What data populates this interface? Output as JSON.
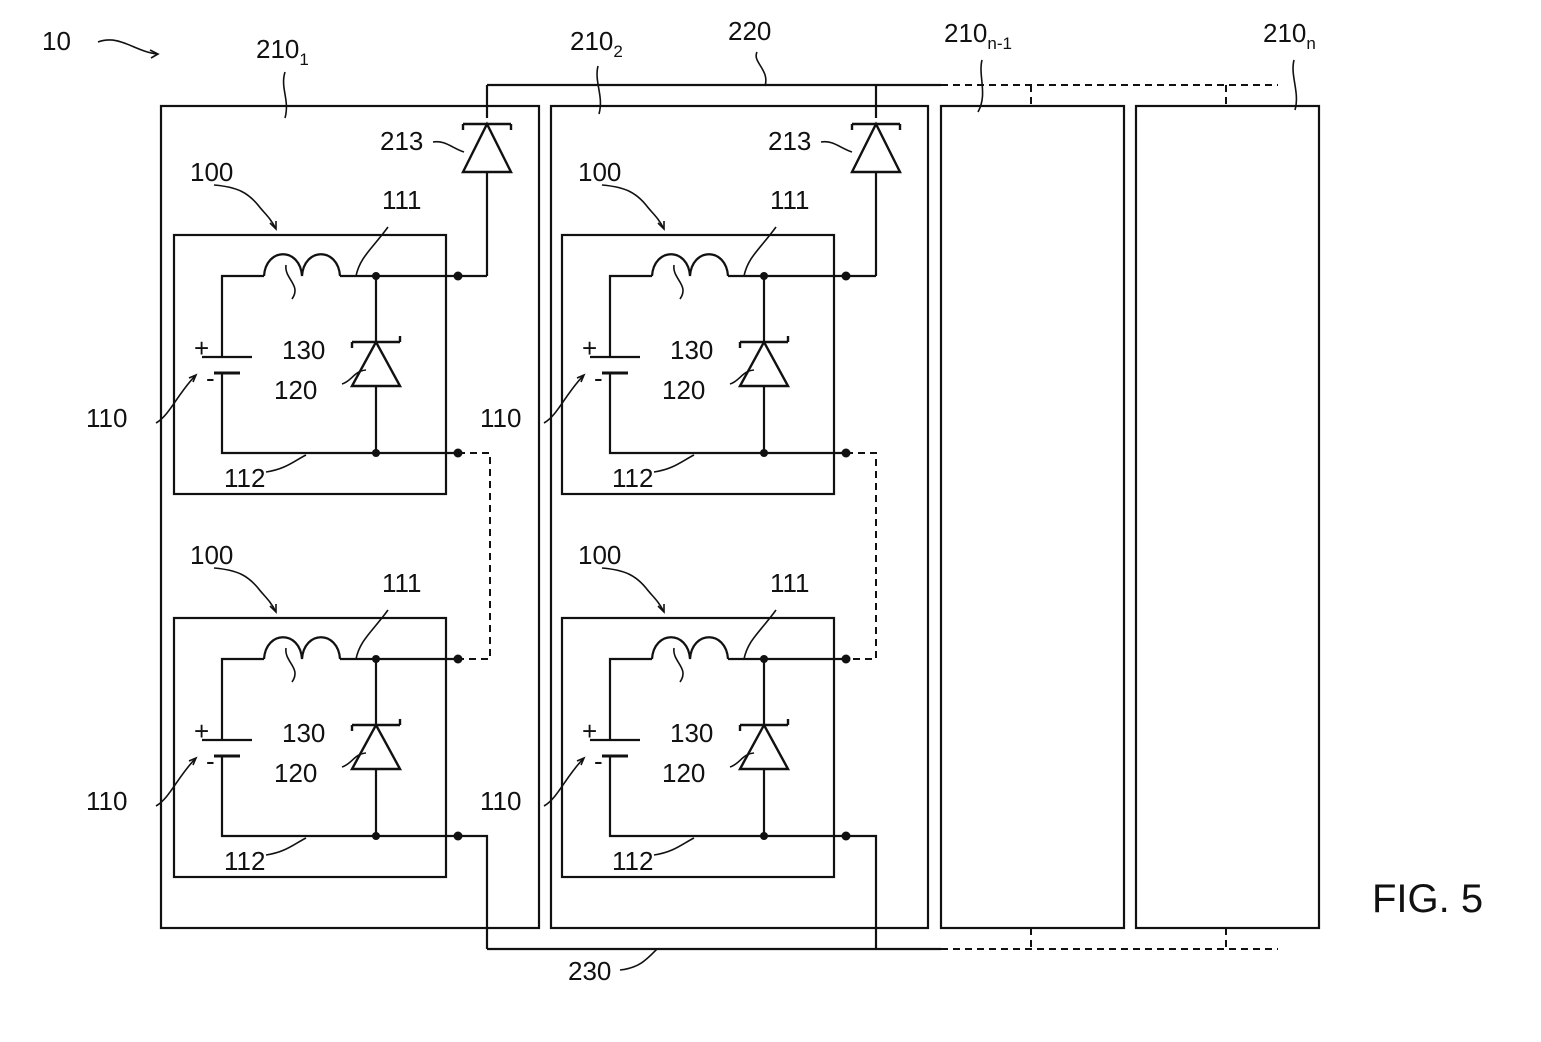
{
  "figure": {
    "label": "FIG. 5",
    "system_ref": "10"
  },
  "strings": [
    {
      "ref_main": "210",
      "ref_sub": "1"
    },
    {
      "ref_main": "210",
      "ref_sub": "2"
    },
    {
      "ref_main": "210",
      "ref_sub": "n-1"
    },
    {
      "ref_main": "210",
      "ref_sub": "n"
    }
  ],
  "buses": {
    "top_ref": "220",
    "bottom_ref": "230"
  },
  "string_diode_ref": "213",
  "module": {
    "ref": "100",
    "cell_ref": "110",
    "positive_terminal_ref": "111",
    "negative_terminal_ref": "112",
    "bypass_diode_ref": "120",
    "fuse_ref": "130",
    "plus_sign": "+",
    "minus_sign": "-"
  },
  "colors": {
    "ink": "#111111",
    "background": "#ffffff"
  }
}
